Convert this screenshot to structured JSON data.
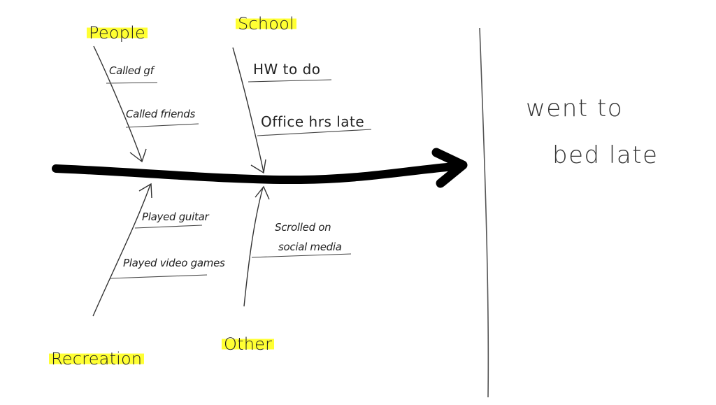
{
  "diagram": {
    "colors": {
      "ink": "#222222",
      "spine": "#000000",
      "highlight": "#ffff33"
    },
    "categories": {
      "people": "People",
      "school": "School",
      "recreation": "Recreation",
      "other": "Other"
    },
    "causes": {
      "people": [
        "Called gf",
        "Called friends"
      ],
      "school": [
        "HW to do",
        "Office hrs late"
      ],
      "recreation": [
        "Played guitar",
        "Played video games"
      ],
      "other": [
        "Scrolled on",
        "social media"
      ]
    },
    "effect": {
      "line1": "went to",
      "line2": "bed late"
    }
  }
}
